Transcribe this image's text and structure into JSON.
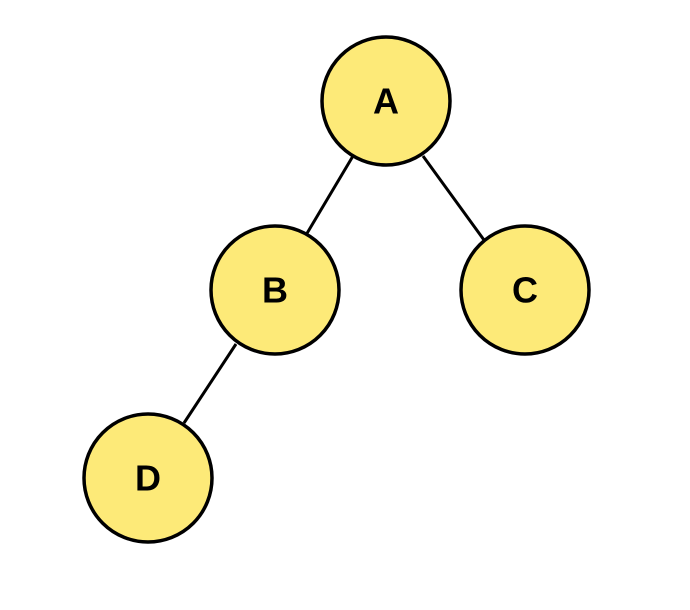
{
  "tree": {
    "nodes": [
      {
        "id": "A",
        "label": "A"
      },
      {
        "id": "B",
        "label": "B"
      },
      {
        "id": "C",
        "label": "C"
      },
      {
        "id": "D",
        "label": "D"
      }
    ],
    "edges": [
      {
        "from": "A",
        "to": "B"
      },
      {
        "from": "A",
        "to": "C"
      },
      {
        "from": "B",
        "to": "D"
      }
    ],
    "colors": {
      "node_fill": "#fdea78",
      "node_stroke": "#000000",
      "edge": "#000000",
      "text": "#000000"
    }
  }
}
